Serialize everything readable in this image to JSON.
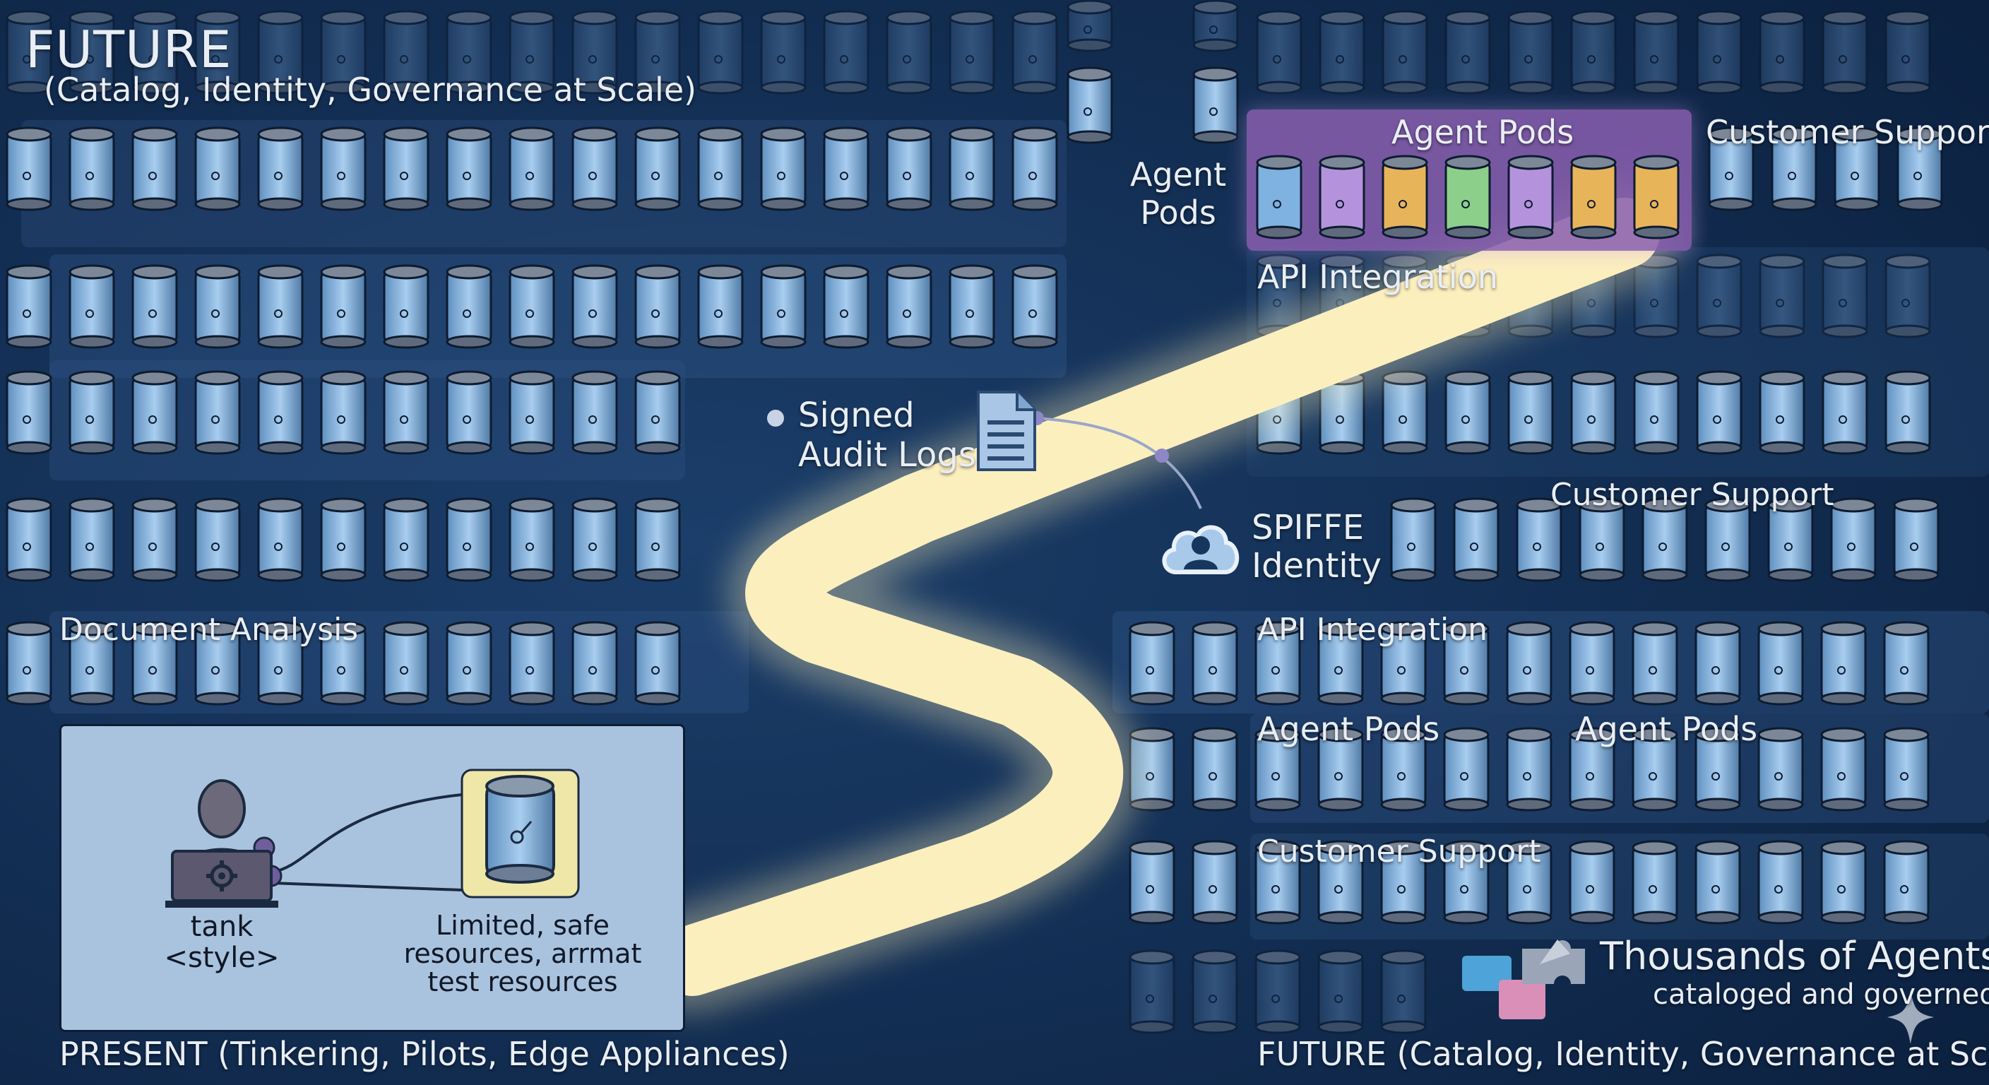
{
  "header": {
    "title": "FUTURE",
    "subtitle": "(Catalog, Identity, Governance at Scale)"
  },
  "labels": {
    "agent_pods_left": "Agent\nPods",
    "agent_pods_top": "Agent Pods",
    "customer_support_top": "Customer Support",
    "api_integration_top": "API Integration",
    "signed_audit_logs": "Signed\nAudit Logs",
    "spiffe_identity": "SPIFFE\nIdentity",
    "customer_support_mid": "Customer Support",
    "document_analysis": "Document Analysis",
    "api_integration_mid": "API Integration",
    "agent_pods_a": "Agent Pods",
    "agent_pods_b": "Agent Pods",
    "customer_support_low": "Customer Support",
    "thousands_title": "Thousands of Agents",
    "thousands_sub": "cataloged and governed"
  },
  "present": {
    "user_label": "tank\n<style>",
    "resource_label": "Limited, safe\nresources, arrmat\ntest resources",
    "footer": "PRESENT (Tinkering, Pilots, Edge Appliances)"
  },
  "future_footer": "FUTURE (Catalog, Identity, Governance at Scale)",
  "colors": {
    "background": "#0f2747",
    "path_glow": "#fff3c4",
    "agent_pods_panel": "#8a5fb0",
    "present_panel": "#a9c3df",
    "pod_blue": "#7fb2e0",
    "pod_purple": "#a37fcf",
    "pod_orange": "#e8b45a",
    "pod_green": "#8ccf8a"
  },
  "icons": [
    "person-laptop-icon",
    "gear-icon",
    "document-icon",
    "cloud-identity-icon",
    "puzzle-icon",
    "sparkle-icon",
    "pod-cylinder-icon"
  ]
}
